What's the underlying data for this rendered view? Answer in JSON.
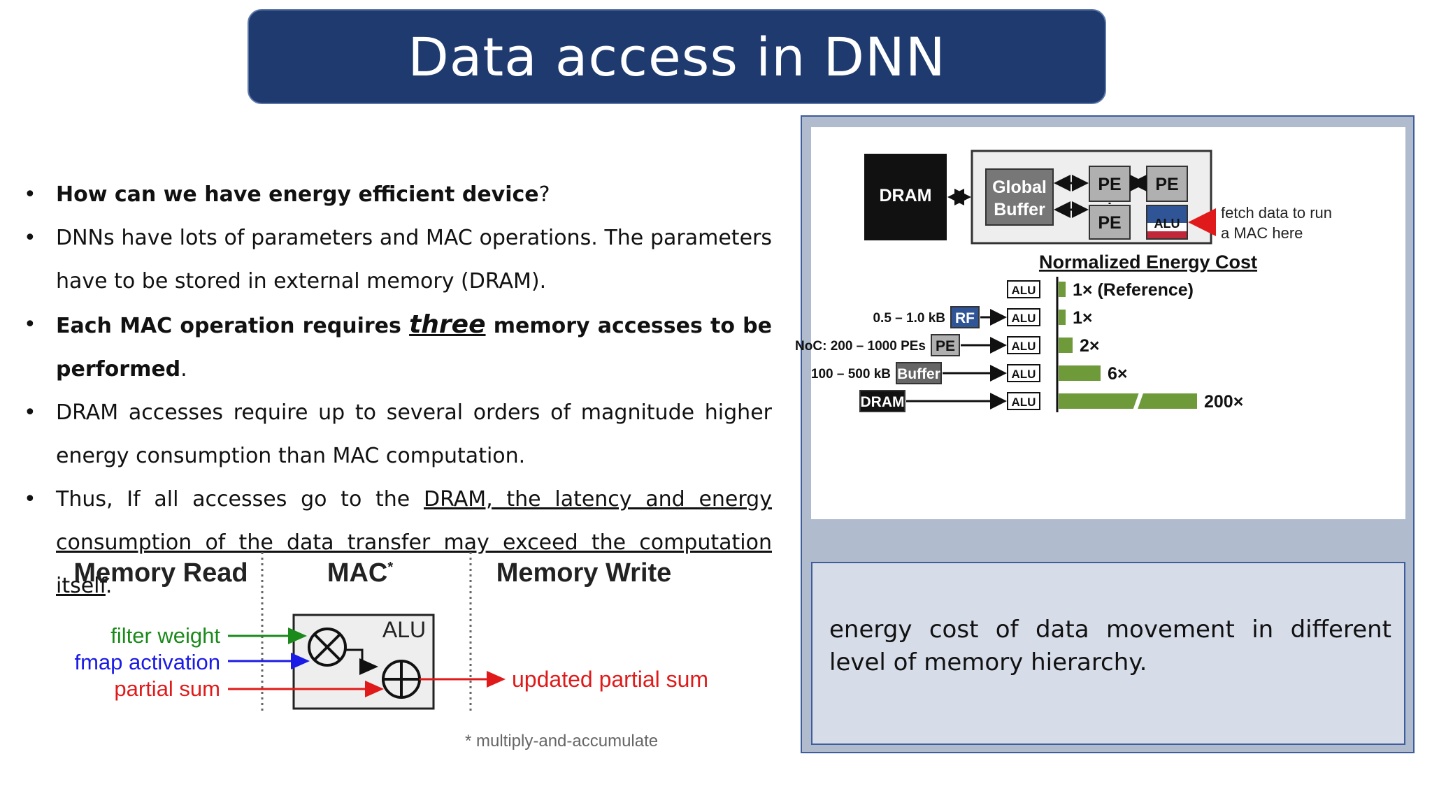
{
  "slide": {
    "title": "Data access in DNN"
  },
  "bullets": {
    "b1": {
      "bold": "How can we have energy efficient device",
      "rest": "?"
    },
    "b2": {
      "text": "DNNs have lots of parameters and MAC operations. The parameters have to be stored in external memory (DRAM)."
    },
    "b3": {
      "pre": "Each MAC operation requires ",
      "em": "three",
      "post": " memory accesses to be performed",
      "end": "."
    },
    "b4": {
      "text": "DRAM accesses require up to several orders of  magnitude higher energy consumption than MAC computation."
    },
    "b5": {
      "pre": "Thus, If all accesses go to the ",
      "underlined": "DRAM, the latency and energy consumption of the data transfer may exceed the computation itself",
      "end": "."
    }
  },
  "mac_diagram": {
    "memory_read": "Memory Read",
    "mac": "MAC",
    "mac_star": "*",
    "memory_write": "Memory Write",
    "alu": "ALU",
    "inputs": [
      {
        "label": "filter weight",
        "color": "#1a8a1a"
      },
      {
        "label": "fmap activation",
        "color": "#1a1ae6"
      },
      {
        "label": "partial sum",
        "color": "#e01a1a"
      }
    ],
    "output": {
      "label": "updated partial sum",
      "color": "#e01a1a"
    },
    "footnote": "* multiply-and-accumulate"
  },
  "hierarchy_diagram": {
    "dram": "DRAM",
    "global_buffer_line1": "Global",
    "global_buffer_line2": "Buffer",
    "pe": "PE",
    "alu": "ALU",
    "fetch_line1": "fetch data to run",
    "fetch_line2": "a MAC here",
    "energy_title": "Normalized Energy Cost",
    "bar_color": "#6e9a3a",
    "rows": [
      {
        "source": "",
        "size_label": "",
        "energy_label": "1× (Reference)",
        "energy": 1
      },
      {
        "source": "RF",
        "size_label": "0.5 – 1.0 kB",
        "energy_label": "1×",
        "energy": 1
      },
      {
        "source": "PE",
        "size_label": "NoC: 200 – 1000 PEs",
        "energy_label": "2×",
        "energy": 2
      },
      {
        "source": "Buffer",
        "size_label": "100 – 500 kB",
        "energy_label": "6×",
        "energy": 6
      },
      {
        "source": "DRAM",
        "size_label": "",
        "energy_label": "200×",
        "energy": 200
      }
    ]
  },
  "caption": {
    "text": "energy cost of data movement in different level of memory hierarchy."
  }
}
